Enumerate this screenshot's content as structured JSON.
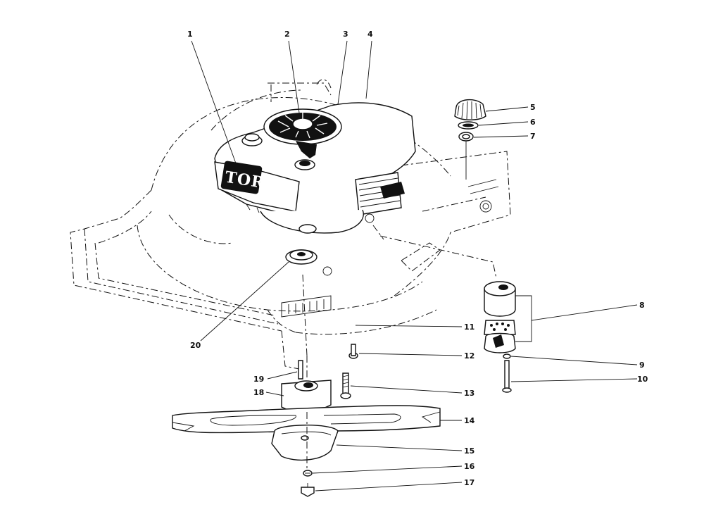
{
  "brand": "TORO",
  "callouts": [
    {
      "id": "1",
      "label": "1"
    },
    {
      "id": "2",
      "label": "2"
    },
    {
      "id": "3",
      "label": "3"
    },
    {
      "id": "4",
      "label": "4"
    },
    {
      "id": "5",
      "label": "5"
    },
    {
      "id": "6",
      "label": "6"
    },
    {
      "id": "7",
      "label": "7"
    },
    {
      "id": "8",
      "label": "8"
    },
    {
      "id": "9",
      "label": "9"
    },
    {
      "id": "10",
      "label": "10"
    },
    {
      "id": "11",
      "label": "11"
    },
    {
      "id": "12",
      "label": "12"
    },
    {
      "id": "13",
      "label": "13"
    },
    {
      "id": "14",
      "label": "14"
    },
    {
      "id": "15",
      "label": "15"
    },
    {
      "id": "16",
      "label": "16"
    },
    {
      "id": "17",
      "label": "17"
    },
    {
      "id": "18",
      "label": "18"
    },
    {
      "id": "19",
      "label": "19"
    },
    {
      "id": "20",
      "label": "20"
    }
  ]
}
